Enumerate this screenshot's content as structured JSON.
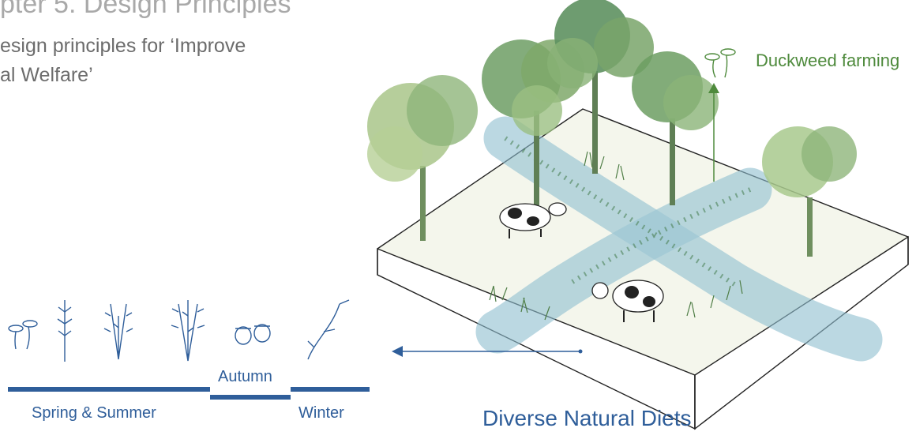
{
  "header": {
    "chapter_title": "pter 5. Design Principles",
    "subtitle_line1": "esign principles for ‘Improve",
    "subtitle_line2": "al Welfare’"
  },
  "diagram": {
    "duckweed_label": "Duckweed farming",
    "main_label": "Diverse Natural Diets",
    "seasons": {
      "spring_summer": "Spring & Summer",
      "autumn": "Autumn",
      "winter": "Winter"
    },
    "colors": {
      "title_gray": "#a9a9a9",
      "accent_blue": "#2f5e9a",
      "accent_green": "#4e8a3c",
      "water_blue": "#8fbfd0",
      "tree_green": "#7fa86a"
    },
    "icons": [
      "duckweed-icon",
      "mushroom-icon",
      "herb-icon",
      "shrub-icon",
      "bush-icon",
      "acorn-icon",
      "branch-icon",
      "cow-icon",
      "tree-icon"
    ]
  }
}
